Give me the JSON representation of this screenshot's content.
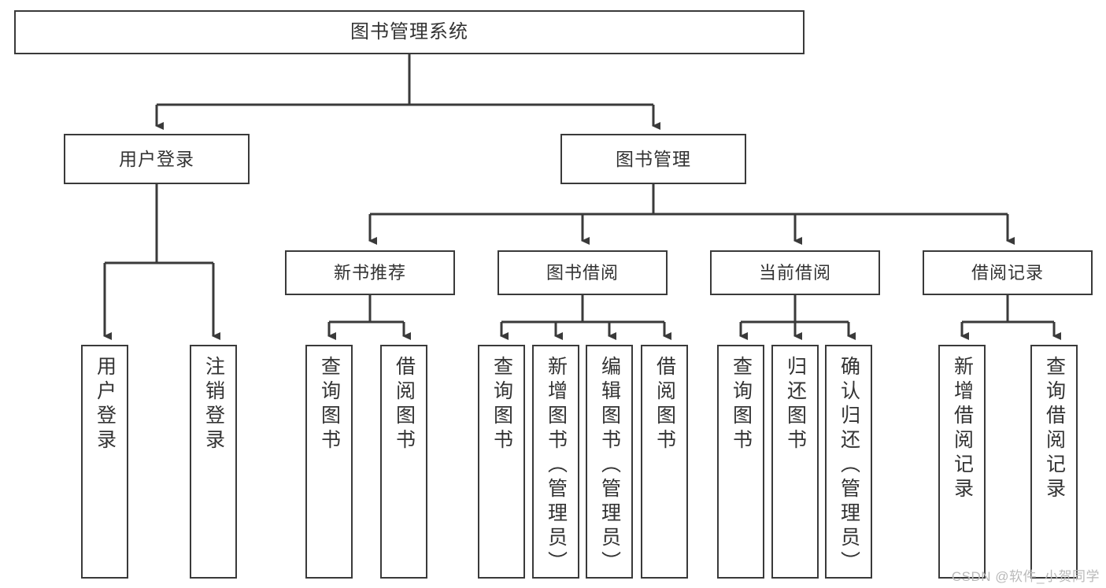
{
  "diagram": {
    "title": "图书管理系统",
    "type": "hierarchy-tree",
    "edge_color": "#3a3a3a",
    "box_border_color": "#3a3a3a",
    "text_color": "#333333",
    "background": "#ffffff"
  },
  "root": {
    "label": "图书管理系统"
  },
  "level2": [
    {
      "label": "用户登录"
    },
    {
      "label": "图书管理"
    }
  ],
  "level3": [
    {
      "label": "新书推荐"
    },
    {
      "label": "图书借阅"
    },
    {
      "label": "当前借阅"
    },
    {
      "label": "借阅记录"
    }
  ],
  "leaves": {
    "user_login": [
      {
        "label": "用户登录"
      },
      {
        "label": "注销登录"
      }
    ],
    "new_book": [
      {
        "label": "查询图书"
      },
      {
        "label": "借阅图书"
      }
    ],
    "borrow": [
      {
        "label": "查询图书"
      },
      {
        "label": "新增图书（管理员）"
      },
      {
        "label": "编辑图书（管理员）"
      },
      {
        "label": "借阅图书"
      }
    ],
    "current": [
      {
        "label": "查询图书"
      },
      {
        "label": "归还图书"
      },
      {
        "label": "确认归还（管理员）"
      }
    ],
    "records": [
      {
        "label": "新增借阅记录"
      },
      {
        "label": "查询借阅记录"
      }
    ]
  },
  "watermark": {
    "text": "CSDN @软件_小贺同学"
  }
}
